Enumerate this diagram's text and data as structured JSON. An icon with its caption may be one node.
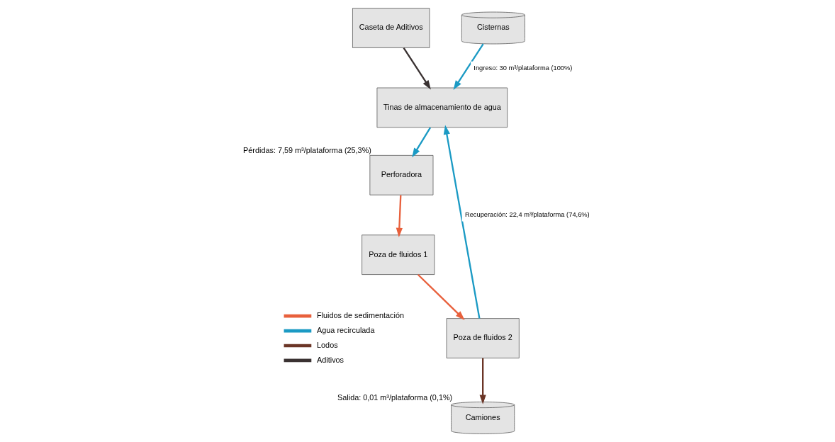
{
  "diagram": {
    "nodes": [
      {
        "text": [
          "Caseta de Aditivos"
        ]
      },
      {
        "text": [
          "Cisternas"
        ]
      },
      {
        "text": [
          "Perforadora"
        ],
        "beside": [
          "Pérdidas: 7,59 m³/plataforma (25,3%)"
        ]
      },
      {
        "text": [
          "Tinas de almacenamiento de agua"
        ]
      },
      {
        "text": [
          "Poza de fluidos 1"
        ]
      },
      {
        "text": [
          "Poza de fluidos 2"
        ]
      },
      {
        "text": [
          "Camiones"
        ],
        "beside": [
          "Salida: 0,01 m³/plataforma (0,1%)"
        ]
      }
    ],
    "edges": [
      {
        "from": 0,
        "to": 3,
        "arrow": "to",
        "color": "#3a3232"
      },
      {
        "from": 1,
        "to": 3,
        "arrow": "to",
        "label": "Ingreso: 30 m³/plataforma (100%)",
        "color": "#1b9ac4"
      },
      {
        "from": 3,
        "to": 2,
        "arrow": "to",
        "color": "#1b9ac4"
      },
      {
        "from": 2,
        "to": 4,
        "arrow": "to",
        "color": "#e8603c"
      },
      {
        "from": 4,
        "to": 5,
        "arrow": "to",
        "color": "#e8603c"
      },
      {
        "from": 5,
        "to": 3,
        "arrow": "to",
        "label": "Recuperación: 22,4 m³/plataforma (74,6%)",
        "color": "#1b9ac4"
      },
      {
        "from": 5,
        "to": 6,
        "arrow": "to",
        "color": "#6b3526"
      }
    ],
    "legend": [
      {
        "text": "Fluidos de sedimentación",
        "color": "#e8603c"
      },
      {
        "text": "Agua recirculada",
        "color": "#1b9ac4"
      },
      {
        "text": "Lodos",
        "color": "#6b3526"
      },
      {
        "text": "Aditivos",
        "color": "#3a3232"
      }
    ]
  }
}
